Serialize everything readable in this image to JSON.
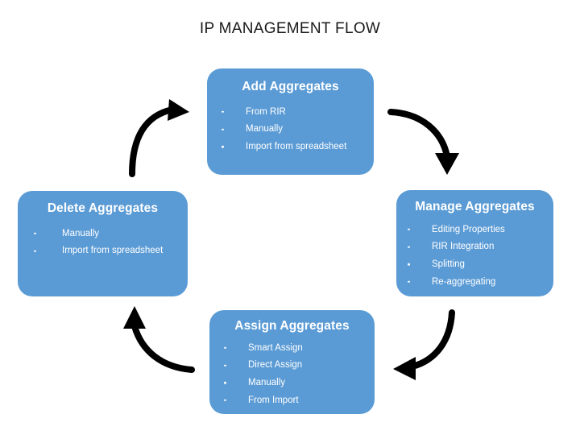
{
  "diagram": {
    "title": "IP MANAGEMENT FLOW",
    "background_color": "#FFFFFF",
    "node_color": "#5B9BD5",
    "node_text_color": "#FFFFFF",
    "arrow_color": "#000000",
    "type": "cycle-flow",
    "nodes": [
      {
        "id": "add",
        "title": "Add Aggregates",
        "items": [
          "From RIR",
          "Manually",
          "Import from spreadsheet"
        ]
      },
      {
        "id": "manage",
        "title": "Manage Aggregates",
        "items": [
          "Editing Properties",
          "RIR Integration",
          "Splitting",
          "Re-aggregating"
        ]
      },
      {
        "id": "assign",
        "title": "Assign Aggregates",
        "items": [
          "Smart Assign",
          "Direct Assign",
          "Manually",
          "From Import"
        ]
      },
      {
        "id": "delete",
        "title": "Delete Aggregates",
        "items": [
          "Manually",
          "Import from spreadsheet"
        ]
      }
    ],
    "arrows": [
      {
        "id": "add-to-manage",
        "from": "add",
        "to": "manage",
        "direction": "down"
      },
      {
        "id": "manage-to-assign",
        "from": "manage",
        "to": "assign",
        "direction": "left"
      },
      {
        "id": "assign-to-delete",
        "from": "assign",
        "to": "delete",
        "direction": "up"
      },
      {
        "id": "delete-to-add",
        "from": "delete",
        "to": "add",
        "direction": "right"
      }
    ]
  }
}
